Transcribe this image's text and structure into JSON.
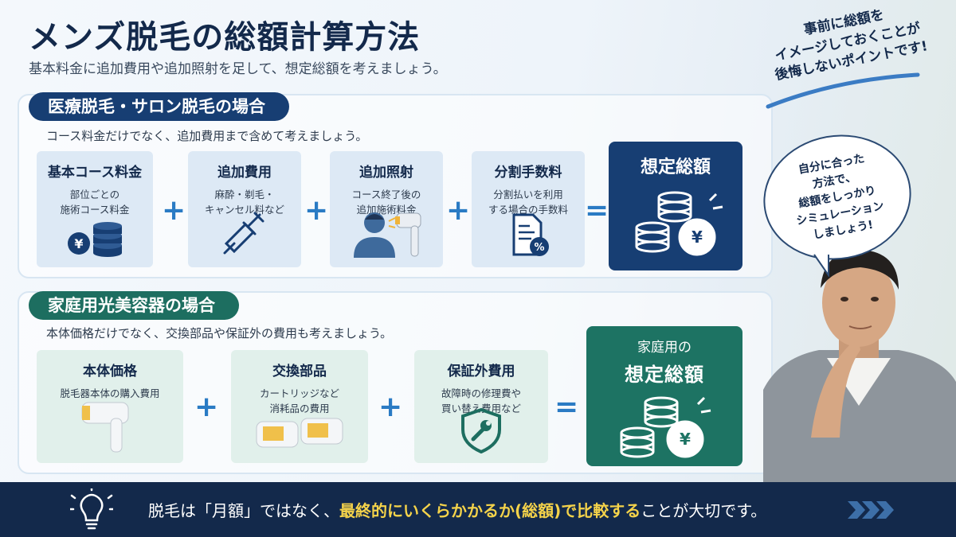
{
  "header": {
    "title": "メンズ脱毛の総額計算方法",
    "subtitle": "基本料金に追加費用や追加照射を足して、想定総額を考えましょう。"
  },
  "medical": {
    "tag": "医療脱毛・サロン脱毛の場合",
    "desc": "コース料金だけでなく、追加費用まで含めて考えましょう。",
    "cards": [
      {
        "title": "基本コース料金",
        "text": "部位ごとの\n施術コース料金",
        "icon": "coins-yen-icon"
      },
      {
        "title": "追加費用",
        "text": "麻酔・剃毛・\nキャンセル料など",
        "icon": "syringe-icon"
      },
      {
        "title": "追加照射",
        "text": "コース終了後の\n追加施術料金",
        "icon": "laser-treatment-icon"
      },
      {
        "title": "分割手数料",
        "text": "分割払いを利用\nする場合の手数料",
        "icon": "document-percent-icon"
      }
    ],
    "total": "想定総額"
  },
  "home": {
    "tag": "家庭用光美容器の場合",
    "desc": "本体価格だけでなく、交換部品や保証外の費用も考えましょう。",
    "cards": [
      {
        "title": "本体価格",
        "text": "脱毛器本体の購入費用",
        "icon": "hair-removal-device-icon"
      },
      {
        "title": "交換部品",
        "text": "カートリッジなど\n消耗品の費用",
        "icon": "cartridge-icon"
      },
      {
        "title": "保証外費用",
        "text": "故障時の修理費や\n買い替え費用など",
        "icon": "shield-wrench-icon"
      }
    ],
    "total_pre": "家庭用の",
    "total": "想定総額"
  },
  "operators": {
    "plus": "+",
    "equals": "="
  },
  "side": {
    "handnote": "事前に総額を\nイメージしておくことが\n後悔しないポイントです!",
    "bubble": "自分に合った\n方法で、\n総額をしっかり\nシミュレーション\nしましょう!"
  },
  "footer": {
    "text_before": "脱毛は「月額」ではなく、",
    "text_highlight": "最終的にいくらかかるか(総額)で比較する",
    "text_after": "ことが大切です。"
  },
  "colors": {
    "navy": "#173e73",
    "green": "#1d7363",
    "accent_blue": "#2a7bc4",
    "highlight": "#f5d34a"
  }
}
